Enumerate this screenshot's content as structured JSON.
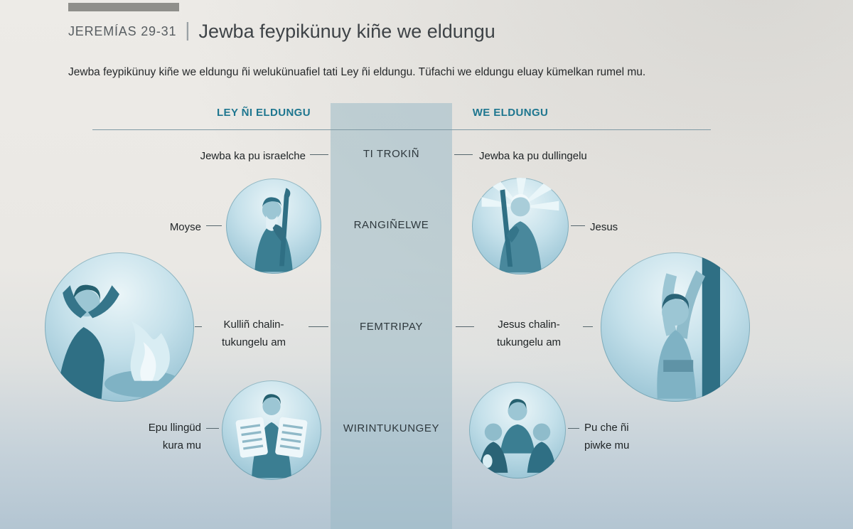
{
  "header": {
    "eyebrow": "JEREMÍAS 29-31",
    "divider": "|",
    "title": "Jewba feypikünuy kiñe we eldungu"
  },
  "intro": "Jewba feypikünuy kiñe we eldungu ñi welukünuafiel tati Ley ñi eldungu. Tüfachi we eldungu eluay kümelkan rumel mu.",
  "columns": {
    "left": "LEY ÑI ELDUNGU",
    "right": "WE ELDUNGU"
  },
  "rows": [
    {
      "category": "TI TROKIÑ",
      "left": "Jewba ka pu israelche",
      "right": "Jewba ka pu dullingelu"
    },
    {
      "category": "RANGIÑELWE",
      "left": "Moyse",
      "right": "Jesus"
    },
    {
      "category": "FEMTRIPAY",
      "left": "Kulliñ chalin-\ntukungelu am",
      "right": "Jesus chalin-\ntukungelu am"
    },
    {
      "category": "WIRINTUKUNGEY",
      "left": "Epu llingüd\nkura mu",
      "right": "Pu che ñi\npiwke mu"
    }
  ],
  "illustrations": {
    "row2_left": "moses-with-staff",
    "row2_right": "jesus-with-staff",
    "row3_left": "priest-with-fire-offering",
    "row3_right": "jesus-on-stake",
    "row4_left": "moses-with-stone-tablets",
    "row4_right": "group-of-people"
  },
  "colors": {
    "accent_teal": "#1e768f",
    "band": "#9abac7",
    "illustration_dark": "#2f6f84",
    "background_top": "#edebe7",
    "background_bottom": "#b3c5d2"
  }
}
